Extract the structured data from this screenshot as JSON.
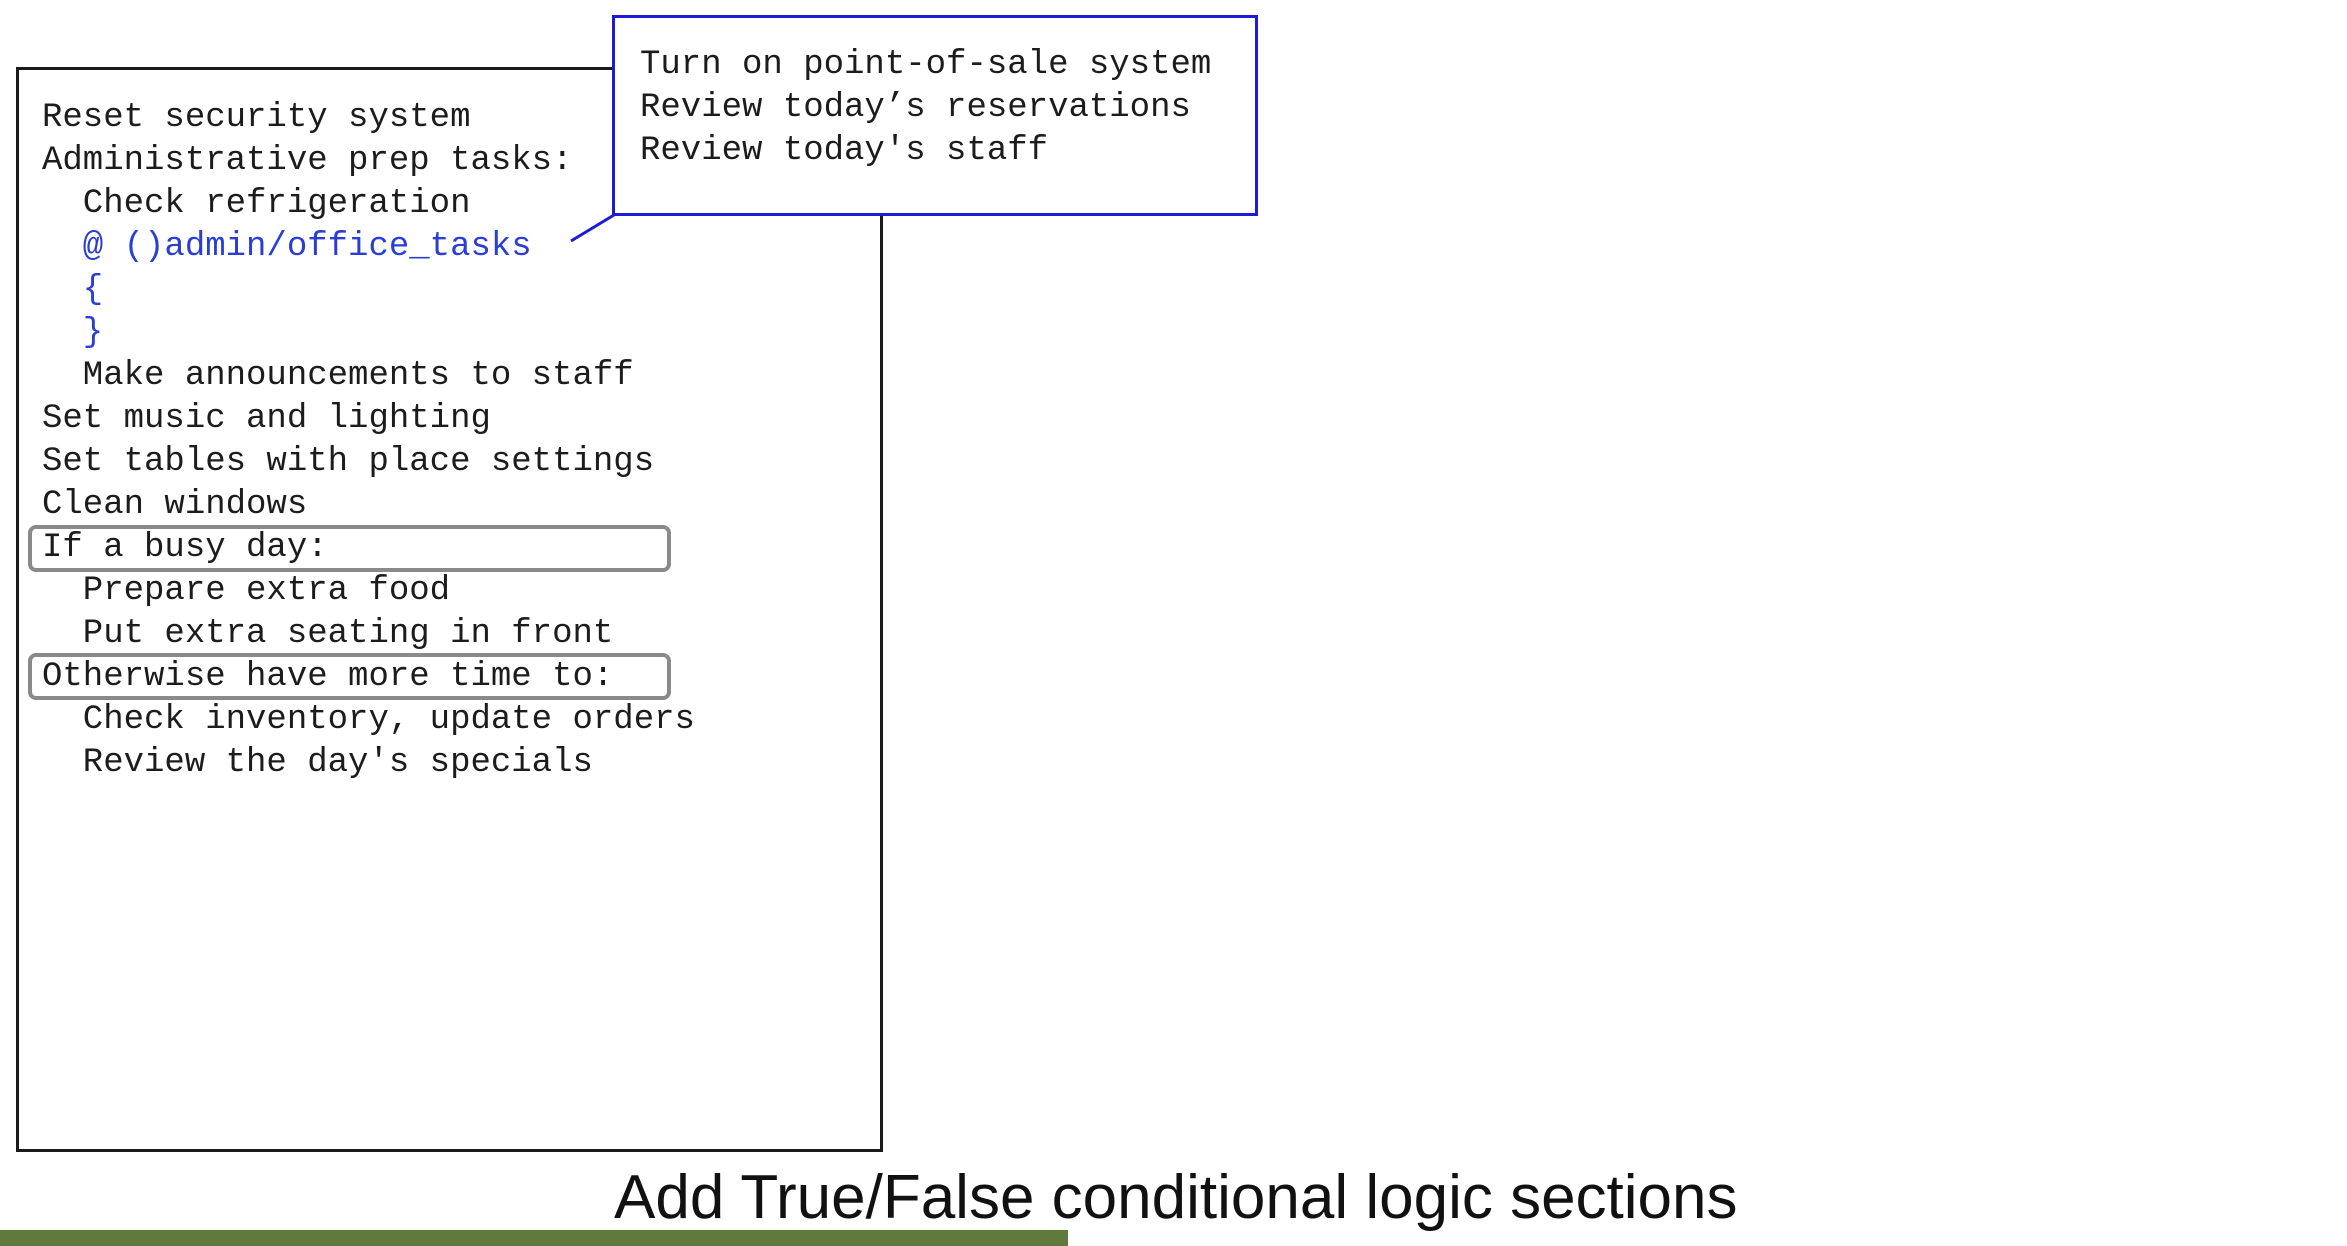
{
  "colors": {
    "text": "#1c1c1c",
    "link": "#2a3ed6",
    "callout_border": "#1c1cd6",
    "highlight_border": "#8a8a8a",
    "box_border": "#1a1a1a",
    "bar": "#5f7a3c"
  },
  "document": {
    "lines": [
      "Reset security system",
      "Administrative prep tasks:",
      "  Check refrigeration",
      "  @ ()admin/office_tasks",
      "  {",
      "  }",
      "  Make announcements to staff",
      "Set music and lighting",
      "Set tables with place settings",
      "Clean windows",
      "If a busy day:",
      "  Prepare extra food",
      "  Put extra seating in front",
      "Otherwise have more time to:",
      "  Check inventory, update orders",
      "  Review the day's specials"
    ]
  },
  "callout": {
    "lines": [
      "Turn on point-of-sale system",
      "Review today’s reservations",
      "Review today's staff"
    ]
  },
  "caption": "Add True/False conditional logic sections"
}
